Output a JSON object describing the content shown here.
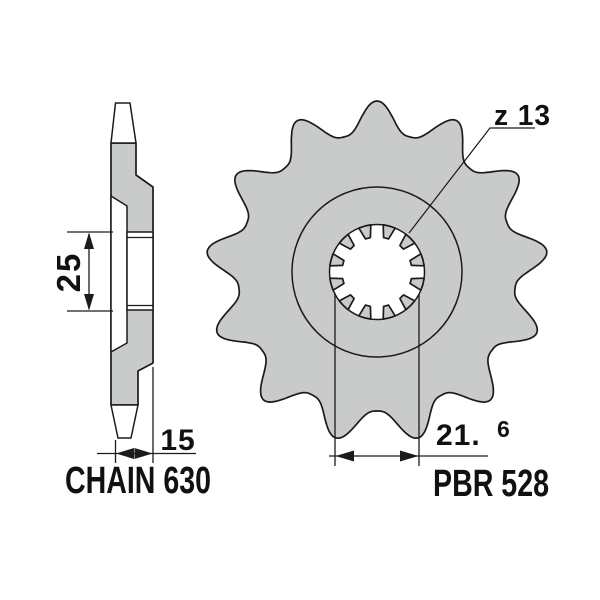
{
  "front_view": {
    "teeth_label": "z 13",
    "teeth_count": 13,
    "spline_tab_count": 12,
    "bore_dimension": {
      "main": "21.",
      "superscript": "6",
      "value": "21.6"
    },
    "model_label": "PBR 528"
  },
  "side_view": {
    "hub_width_dimension": "25",
    "width_dimension": "15",
    "chain_label": "CHAIN 630"
  },
  "colors": {
    "part_fill": "#c9cbcb",
    "line": "#1b1b1b",
    "text": "#111111",
    "background": "#ffffff"
  }
}
